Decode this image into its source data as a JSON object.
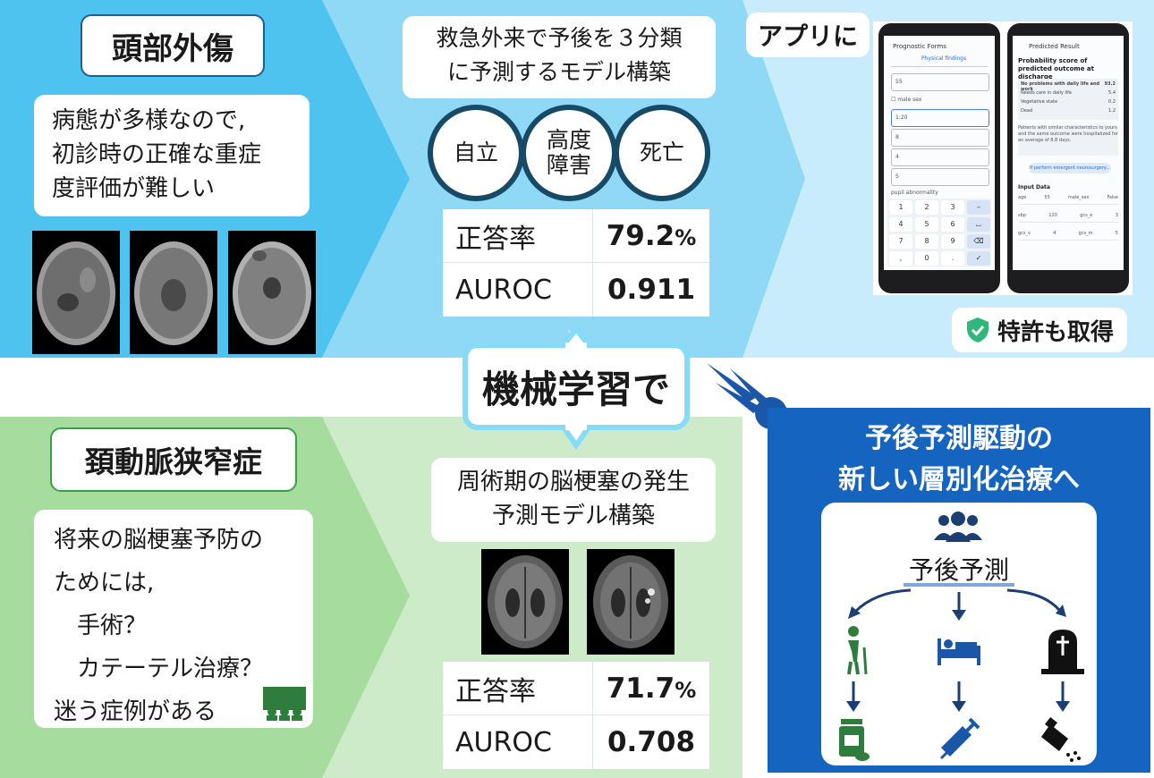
{
  "colors": {
    "top_panel": "#4fc3ef",
    "top_panel_light": "#a9e2f8",
    "bottom_panel": "#a6dd9e",
    "bottom_panel_light": "#ccebc6",
    "navy": "#174a66",
    "blue_box": "#1565c0",
    "green_border": "#3aa047"
  },
  "head_trauma": {
    "title": "頭部外傷",
    "problem": [
      "病態が多様なので,",
      "初診時の正確な重症",
      "度評価が難しい"
    ],
    "model": [
      "救急外来で予後を３分類",
      "に予測するモデル構築"
    ],
    "outcomes": [
      "自立",
      "高度",
      "障害",
      "死亡"
    ],
    "metrics": {
      "accuracy_label": "正答率",
      "accuracy_value": "79.2",
      "accuracy_unit": "%",
      "auroc_label": "AUROC",
      "auroc_value": "0.911"
    }
  },
  "app": {
    "label": "アプリに",
    "patent": "特許も取得",
    "phone1": {
      "header": "Prognostic Forms",
      "tab": "Physical findings",
      "field1": "55",
      "checkbox": "male sex",
      "field2": "1:20",
      "field3": "8",
      "field4": "4",
      "field5": "5",
      "footer": "pupil abnormality",
      "keys": [
        "1",
        "2",
        "3",
        "–",
        "4",
        "5",
        "6",
        "⌴",
        "7",
        "8",
        "9",
        "⌫",
        ",",
        "0",
        ".",
        "✓"
      ]
    },
    "phone2": {
      "header": "Predicted Result",
      "title": "Probability score of predicted outcome at discharge",
      "rows": [
        [
          "No problems with daily life and work",
          "93.2"
        ],
        [
          "Needs care in daily life",
          "5.4"
        ],
        [
          "Vegetative state",
          "0.2"
        ],
        [
          "Dead",
          "1.2"
        ]
      ],
      "note": "Patients with similar characteristics to yours and the same outcome were hospitalized for an average of 8.8 days.",
      "button": "If perform emergent neurosurgery...",
      "input_title": "Input Data",
      "inputs": [
        [
          "age",
          "55",
          "male_sex",
          "False"
        ],
        [
          "sbp",
          "120",
          "gcs_e",
          "3"
        ],
        [
          "gcs_v",
          "4",
          "gcs_m",
          "5"
        ]
      ]
    }
  },
  "center": {
    "label": "機械学習で"
  },
  "carotid": {
    "title": "頚動脈狭窄症",
    "problem": [
      "将来の脳梗塞予防の",
      "ためには,",
      "手術？",
      "カテーテル治療？",
      "迷う症例がある"
    ],
    "model": [
      "周術期の脳梗塞の発生",
      "予測モデル構築"
    ],
    "metrics": {
      "accuracy_label": "正答率",
      "accuracy_value": "71.7",
      "accuracy_unit": "%",
      "auroc_label": "AUROC",
      "auroc_value": "0.708"
    }
  },
  "stratified": {
    "title": [
      "予後予測駆動の",
      "新しい層別化治療へ"
    ],
    "predict_label": "予後予測",
    "icons": [
      "people-group-icon",
      "elderly-person-icon",
      "hospital-bed-icon",
      "gravestone-icon",
      "medicine-bottle-icon",
      "syringe-icon",
      "salt-shaker-icon",
      "meeting-group-icon"
    ]
  }
}
